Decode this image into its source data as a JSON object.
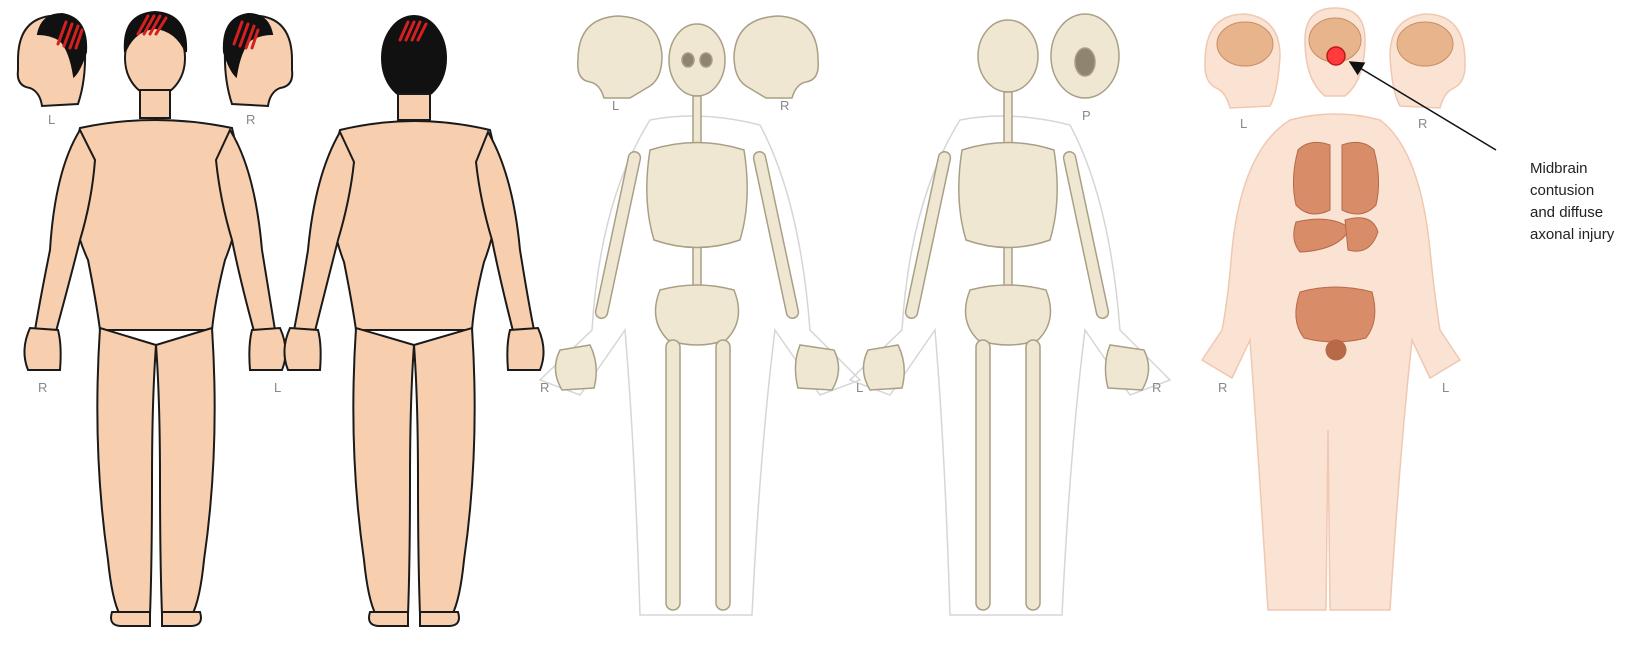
{
  "colors": {
    "skin": "#f7cfae",
    "skin_outline": "#1a1a1a",
    "hair": "#111111",
    "injury_marks": "#d42020",
    "bone": "#efe7d2",
    "bone_outline": "#a99f86",
    "body_faded": "#fbe3d3",
    "brain": "#e8b48c",
    "organ": "#d98c68",
    "injury_spot": "#ff3b3b"
  },
  "panels": [
    {
      "view": "external-body-front",
      "labels": {
        "head_left": "L",
        "head_right": "R",
        "hand_right": "R",
        "hand_left": "L"
      }
    },
    {
      "view": "external-body-back",
      "labels": {
        "hand_right": "R"
      }
    },
    {
      "view": "skeleton-front",
      "labels": {
        "skull_left": "L",
        "skull_right": "R",
        "hand_left": "L"
      }
    },
    {
      "view": "skeleton-back",
      "labels": {
        "skull_base": "P",
        "hand_right": "R"
      }
    },
    {
      "view": "organs-front",
      "labels": {
        "head_left": "L",
        "head_right": "R",
        "hand_right": "R",
        "hand_left": "L"
      }
    }
  ],
  "annotation": {
    "text": "Midbrain\ncontusion\nand diffuse\naxonal injury",
    "icon": "arrow-pointer-icon"
  }
}
